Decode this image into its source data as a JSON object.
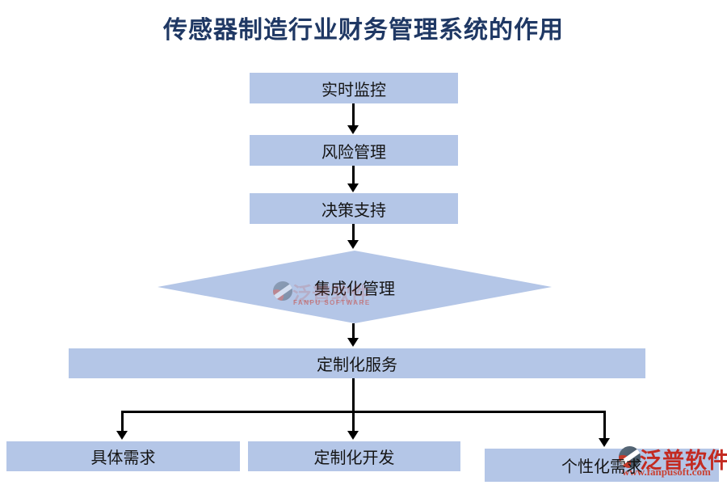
{
  "title": "传感器制造行业财务管理系统的作用",
  "diagram": {
    "type": "flowchart",
    "nodes": [
      {
        "id": "realtime-monitoring",
        "label": "实时监控",
        "shape": "rectangle"
      },
      {
        "id": "risk-management",
        "label": "风险管理",
        "shape": "rectangle"
      },
      {
        "id": "decision-support",
        "label": "决策支持",
        "shape": "rectangle"
      },
      {
        "id": "integrated-management",
        "label": "集成化管理",
        "shape": "diamond"
      },
      {
        "id": "customized-service",
        "label": "定制化服务",
        "shape": "wide-rectangle"
      },
      {
        "id": "specific-needs",
        "label": "具体需求",
        "shape": "rectangle"
      },
      {
        "id": "customized-development",
        "label": "定制化开发",
        "shape": "rectangle"
      },
      {
        "id": "personalized-needs",
        "label": "个性化需求",
        "shape": "rectangle"
      }
    ],
    "edges": [
      {
        "from": "realtime-monitoring",
        "to": "risk-management"
      },
      {
        "from": "risk-management",
        "to": "decision-support"
      },
      {
        "from": "decision-support",
        "to": "integrated-management"
      },
      {
        "from": "integrated-management",
        "to": "customized-service"
      },
      {
        "from": "customized-service",
        "to": "specific-needs"
      },
      {
        "from": "customized-service",
        "to": "customized-development"
      },
      {
        "from": "customized-service",
        "to": "personalized-needs"
      }
    ]
  },
  "branding": {
    "logo_text": "泛普软件",
    "logo_url": "www.fanpusoft.com",
    "watermark_text": "泛普软件",
    "watermark_subtext": "FANPU SOFTWARE"
  },
  "colors": {
    "node_fill": "#b4c6e7",
    "title_color": "#1f3864",
    "connector_color": "#000000",
    "brand_red": "#c32a21"
  }
}
